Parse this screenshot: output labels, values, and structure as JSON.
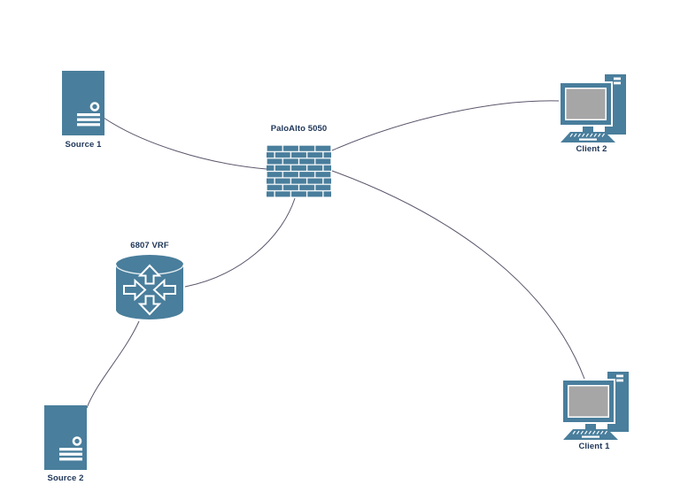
{
  "diagram": {
    "nodes": [
      {
        "id": "source1",
        "label": "Source 1",
        "type": "server",
        "icon": "server-tower-icon"
      },
      {
        "id": "paloalto",
        "label": "PaloAlto 5050",
        "type": "firewall",
        "icon": "firewall-brick-wall-icon"
      },
      {
        "id": "vrf",
        "label": "6807 VRF",
        "type": "router",
        "icon": "router-arrows-icon"
      },
      {
        "id": "source2",
        "label": "Source 2",
        "type": "server",
        "icon": "server-tower-icon"
      },
      {
        "id": "client2",
        "label": "Client 2",
        "type": "workstation",
        "icon": "desktop-computer-icon"
      },
      {
        "id": "client1",
        "label": "Client 1",
        "type": "workstation",
        "icon": "desktop-computer-icon"
      }
    ],
    "edges": [
      {
        "from": "Source 1",
        "to": "PaloAlto 5050"
      },
      {
        "from": "PaloAlto 5050",
        "to": "Client 2"
      },
      {
        "from": "PaloAlto 5050",
        "to": "Client 1"
      },
      {
        "from": "PaloAlto 5050",
        "to": "6807 VRF"
      },
      {
        "from": "6807 VRF",
        "to": "Source 2"
      }
    ],
    "colors": {
      "device": "#497e9c",
      "screen": "#a6a6a6",
      "label": "#1e3557",
      "connector": "#5c566b",
      "background": "#ffffff"
    }
  }
}
